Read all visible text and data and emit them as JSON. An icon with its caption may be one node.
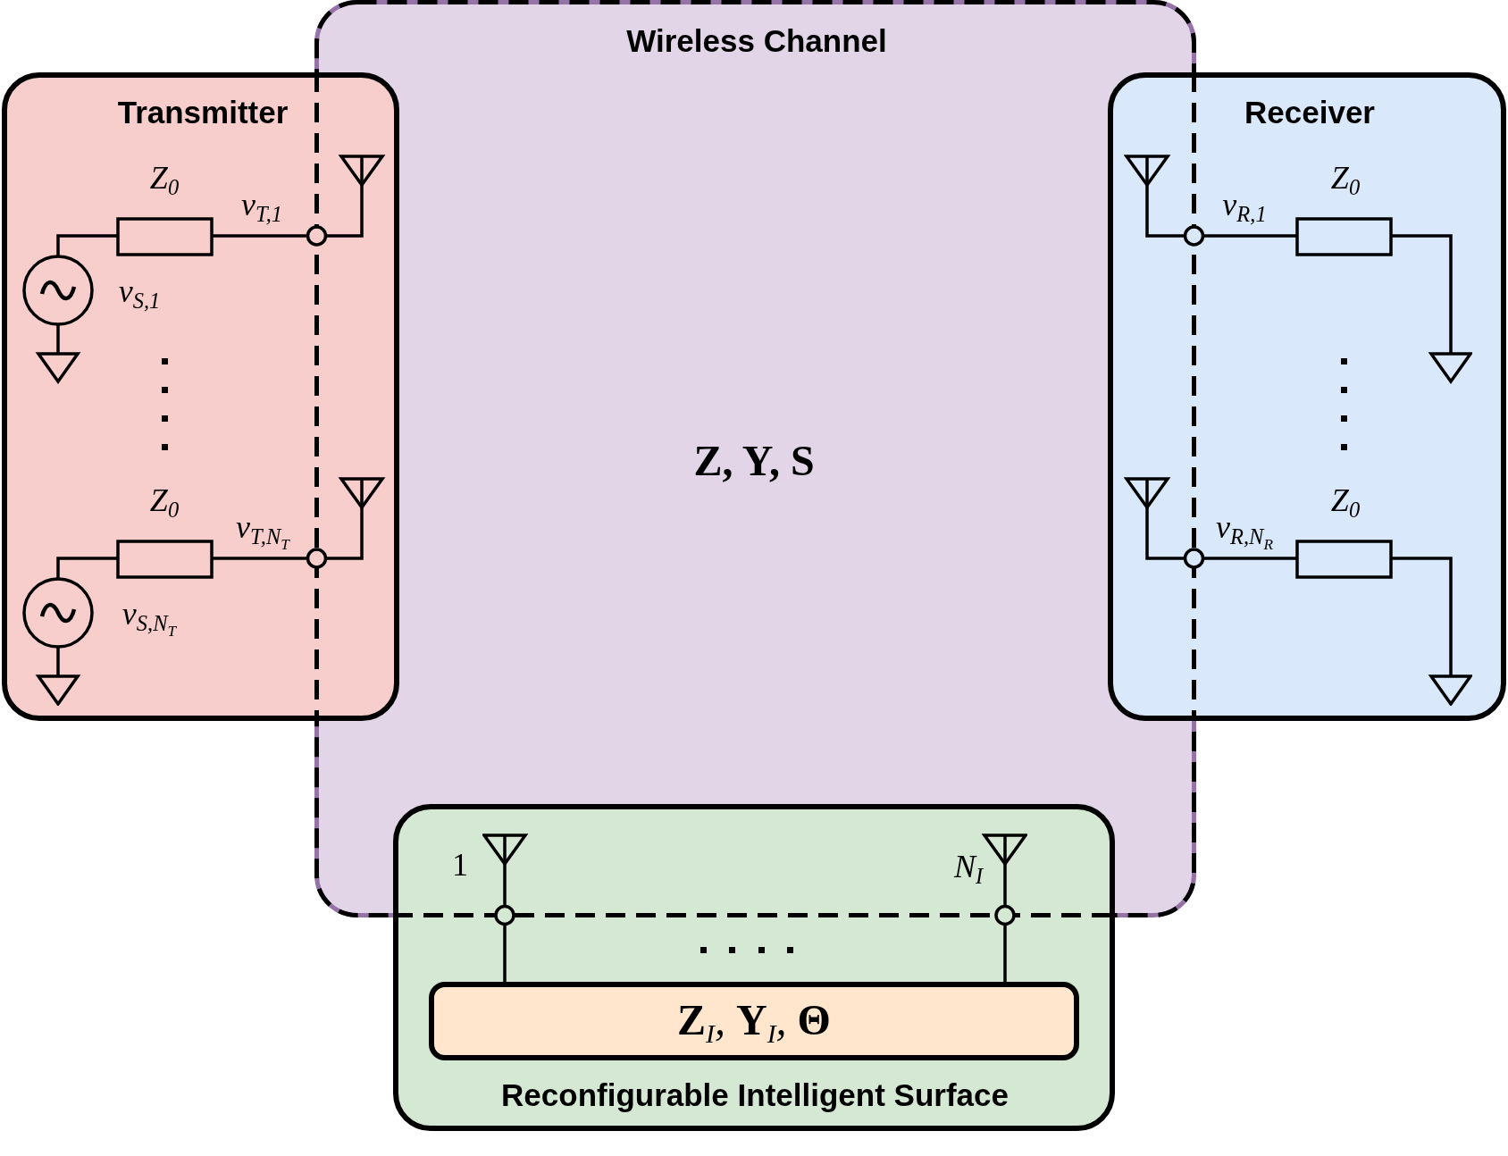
{
  "diagram": {
    "nodes": [
      {
        "text": [
          "Wireless Channel",
          "Z, Y, S"
        ]
      },
      {
        "text": [
          "Transmitter"
        ]
      },
      {
        "text": [
          "Receiver"
        ]
      },
      {
        "text": [
          "Reconfigurable Intelligent Surface"
        ]
      },
      {
        "text": [
          "**Z**$_{I}$, **Y**$_{I}$, **Θ**"
        ],
        "in": 3
      }
    ],
    "labels": [
      "Z$_{0}$",
      "v$_{T,1}$",
      "v$_{S,1}$",
      "Z$_{0}$",
      "v$_{T,N}$$_{T}$",
      "v$_{S,N}$$_{T}$",
      "Z$_{0}$",
      "v$_{R,1}$",
      "Z$_{0}$",
      "v$_{R,N}$$_{R}$",
      "1",
      "N$_{I}$"
    ]
  }
}
